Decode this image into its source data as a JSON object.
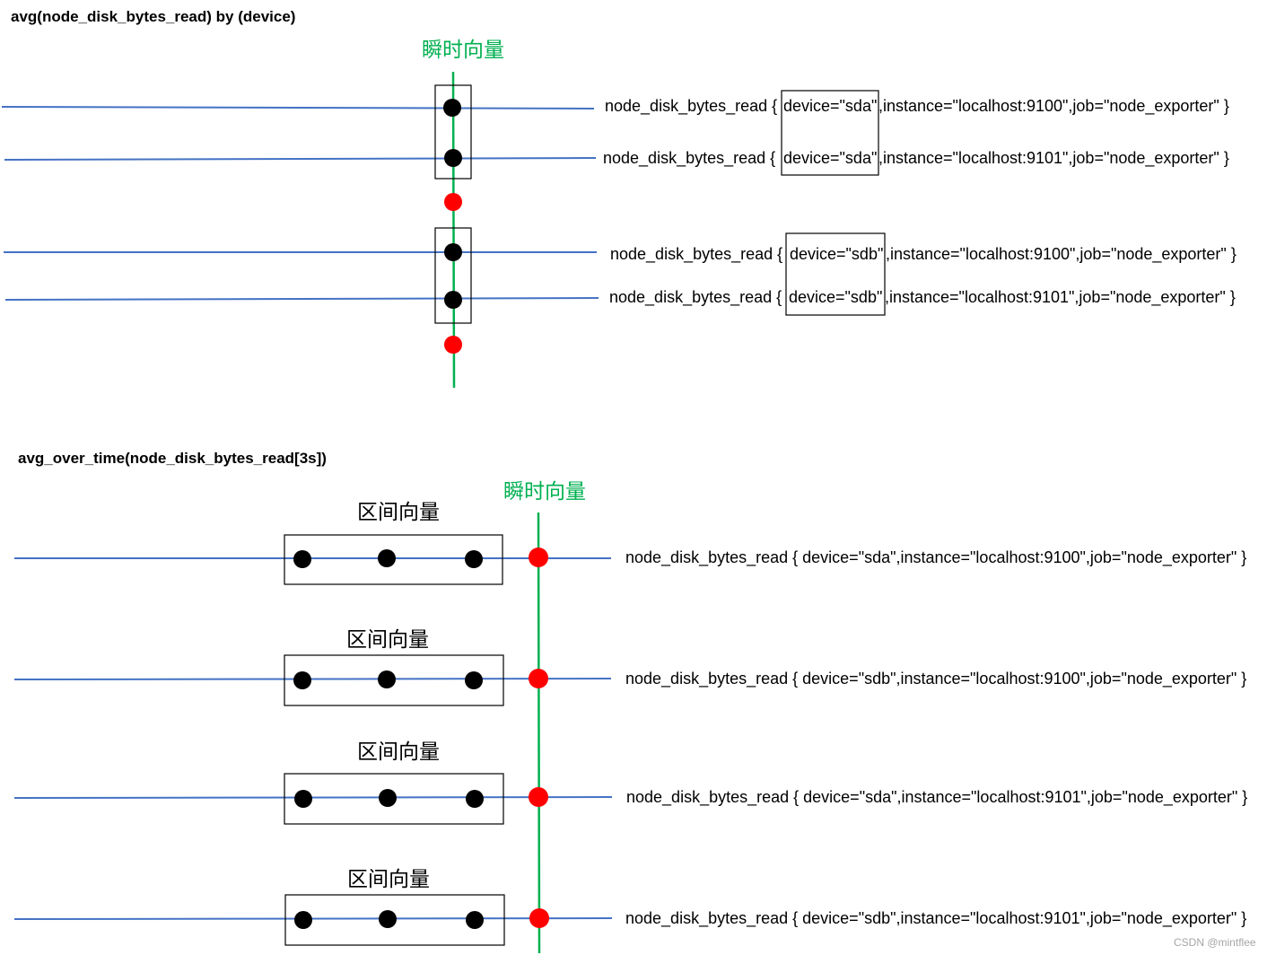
{
  "colors": {
    "series_line": "#4472c4",
    "time_line": "#00b050",
    "sample_point": "#000000",
    "result_point": "#ff0000",
    "box_stroke": "#000000",
    "cjk_green": "#00b050",
    "watermark": "#a6a6a6"
  },
  "top": {
    "title": "avg(node_disk_bytes_read) by (device)",
    "instant_label": "瞬时向量",
    "rows": [
      {
        "metric": "node_disk_bytes_read {",
        "device": "device=\"sda\"",
        "rest": ",instance=\"localhost:9100\",job=\"node_exporter\" }"
      },
      {
        "metric": "node_disk_bytes_read {",
        "device": "device=\"sda\"",
        "rest": ",instance=\"localhost:9101\",job=\"node_exporter\" }"
      },
      {
        "metric": "node_disk_bytes_read {",
        "device": "device=\"sdb\"",
        "rest": ",instance=\"localhost:9100\",job=\"node_exporter\" }"
      },
      {
        "metric": "node_disk_bytes_read {",
        "device": "device=\"sdb\"",
        "rest": ",instance=\"localhost:9101\",job=\"node_exporter\" }"
      }
    ]
  },
  "bottom": {
    "title": "avg_over_time(node_disk_bytes_read[3s])",
    "instant_label": "瞬时向量",
    "range_label": "区间向量",
    "rows": [
      {
        "label": "node_disk_bytes_read { device=\"sda\",instance=\"localhost:9100\",job=\"node_exporter\" }"
      },
      {
        "label": "node_disk_bytes_read { device=\"sdb\",instance=\"localhost:9100\",job=\"node_exporter\" }"
      },
      {
        "label": "node_disk_bytes_read { device=\"sda\",instance=\"localhost:9101\",job=\"node_exporter\" }"
      },
      {
        "label": "node_disk_bytes_read { device=\"sdb\",instance=\"localhost:9101\",job=\"node_exporter\" }"
      }
    ]
  },
  "watermark": "CSDN @mintflee"
}
